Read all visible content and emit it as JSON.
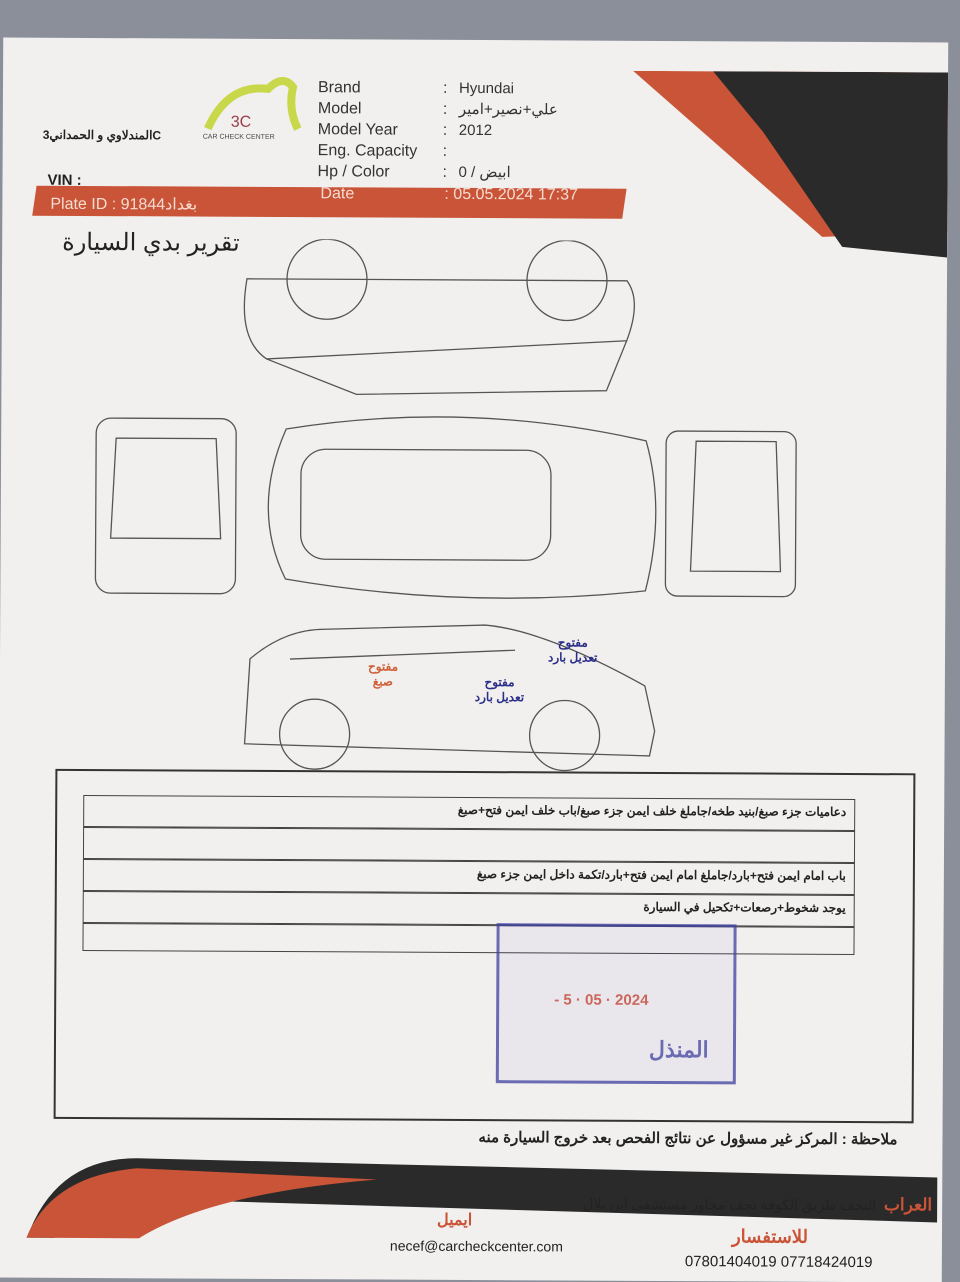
{
  "header": {
    "company_name_ar": "المندلاوي و الحمداني3C",
    "logo_text": "3C",
    "logo_subtitle": "CAR CHECK CENTER",
    "fields": [
      {
        "label": "Brand",
        "value": "Hyundai"
      },
      {
        "label": "Model",
        "value": "علي+نصير+امير"
      },
      {
        "label": "Model Year",
        "value": "2012"
      },
      {
        "label": "Eng. Capacity",
        "value": ""
      },
      {
        "label": "Hp / Color",
        "value": "0 / ابيض"
      }
    ],
    "vin_label": "VIN",
    "plate_label": "Plate ID",
    "plate_value": "91844بغداد",
    "date_label": "Date",
    "date_value": "05.05.2024 17:37"
  },
  "report_title": "تقرير بدي السيارة",
  "diagram_annotations": [
    {
      "line1": "مفتوح",
      "line2": "صبغ",
      "color": "#d0603a"
    },
    {
      "line1": "مفتوح",
      "line2": "تعديل بارد",
      "color": "#2c2f8a"
    },
    {
      "line1": "مفتوح",
      "line2": "تعديل بارد",
      "color": "#2c2f8a"
    }
  ],
  "notes": [
    "دعاميات جزء صبغ/بنيد طخه/جاملغ خلف ايمن جزء صبغ/باب خلف ايمن فتح+صبغ",
    "باب امام ايمن فتح+بارد/جاملغ امام ايمن فتح+بارد/تكمة داخل ايمن جزء صبغ",
    "يوجد شخوط+رصعات+تكحيل في السيارة"
  ],
  "stamp": {
    "date": "- 5 · 05 · 2024",
    "text": "المنذل"
  },
  "disclaimer": "ملاحظة : المركز غير مسؤول عن نتائج الفحص بعد خروج السيارة منه",
  "footer": {
    "address_label": "العراب",
    "address": "النجف طريق الكوفة نجف مجاور مستشفى ابن بلال",
    "email_label": "ايميل",
    "email": "necef@carcheckcenter.com",
    "phone_label": "للاستفسار",
    "phones": "07801404019 07718424019"
  },
  "colors": {
    "accent": "#c95437",
    "dark": "#2a2a2a",
    "logo": "#c9d84a",
    "ink_blue": "#2c2f8a"
  }
}
